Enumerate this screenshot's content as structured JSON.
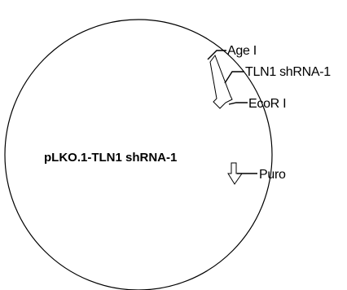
{
  "plasmid": {
    "name": "pLKO.1-TLN1 shRNA-1"
  },
  "features": [
    {
      "id": "age-i",
      "label": "Age I",
      "type": "restriction-site"
    },
    {
      "id": "tln1-shrna",
      "label": "TLN1 shRNA-1",
      "type": "insert-arrow"
    },
    {
      "id": "ecor-i",
      "label": "EcoR I",
      "type": "restriction-site"
    },
    {
      "id": "puro",
      "label": "Puro",
      "type": "marker-arrow"
    }
  ],
  "colors": {
    "line": "#000000",
    "background": "#ffffff",
    "feature_fill": "#ffffff"
  }
}
